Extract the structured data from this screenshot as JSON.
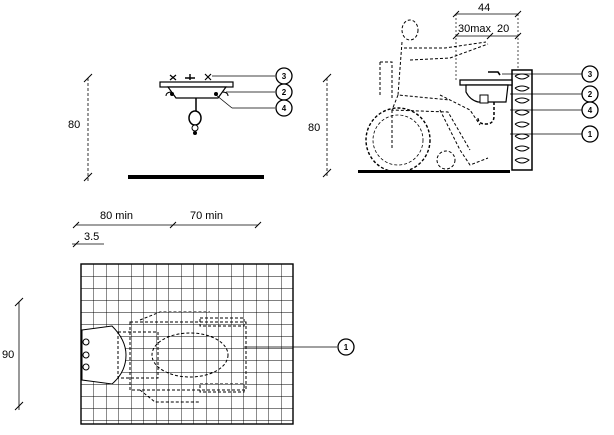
{
  "front_view": {
    "height_label": "80",
    "callouts": [
      "3",
      "2",
      "4"
    ]
  },
  "side_view": {
    "height_label": "80",
    "top_dim": "44",
    "sub_dim_a": "30max",
    "sub_dim_b": "20",
    "callouts": [
      "3",
      "2",
      "4",
      "1"
    ]
  },
  "plan_view": {
    "dim_left": "80 min",
    "dim_right": "70 min",
    "dim_small": "3.5",
    "height_label": "90",
    "callout": "1"
  }
}
